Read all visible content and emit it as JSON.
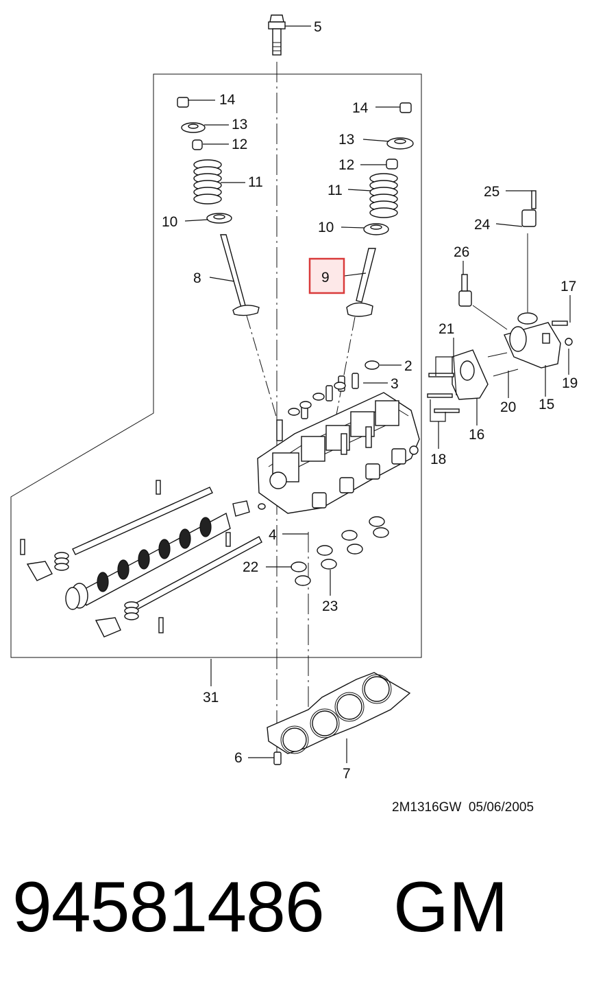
{
  "callouts": {
    "c1": "5",
    "c2": "14",
    "c3": "13",
    "c4": "12",
    "c5": "11",
    "c6": "10",
    "c7": "8",
    "c8": "14",
    "c9": "13",
    "c10": "12",
    "c11": "11",
    "c12": "10",
    "c13": "9",
    "c14": "2",
    "c15": "3",
    "c16": "25",
    "c17": "24",
    "c18": "26",
    "c19": "17",
    "c20": "21",
    "c21": "19",
    "c22": "20",
    "c23": "15",
    "c24": "16",
    "c25": "18",
    "c26": "4",
    "c27": "22",
    "c28": "23",
    "c29": "31",
    "c30": "6",
    "c31": "7"
  },
  "highlighted_callout": "9",
  "reference": "2M1316GW  05/06/2005",
  "part_number": "94581486",
  "brand": "GM"
}
